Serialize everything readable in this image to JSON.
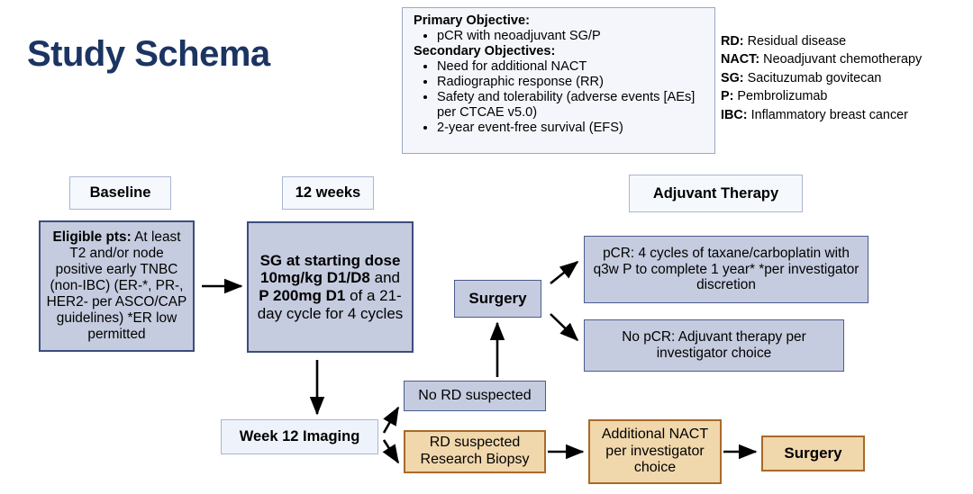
{
  "title": "Study Schema",
  "objectives": {
    "primary_heading": "Primary Objective:",
    "primary_items": [
      "pCR with neoadjuvant SG/P"
    ],
    "secondary_heading": "Secondary Objectives:",
    "secondary_items": [
      "Need for additional NACT",
      "Radiographic response (RR)",
      "Safety and tolerability (adverse events [AEs] per CTCAE v5.0)",
      "2-year event-free survival (EFS)"
    ]
  },
  "legend": [
    {
      "abbr": "RD:",
      "definition": "Residual disease"
    },
    {
      "abbr": "NACT:",
      "definition": "Neoadjuvant chemotherapy"
    },
    {
      "abbr": "SG:",
      "definition": "Sacituzumab govitecan"
    },
    {
      "abbr": "P:",
      "definition": "Pembrolizumab"
    },
    {
      "abbr": "IBC:",
      "definition": "Inflammatory breast cancer"
    }
  ],
  "headers": {
    "baseline": "Baseline",
    "twelve_weeks": "12 weeks",
    "adjuvant_therapy": "Adjuvant Therapy"
  },
  "nodes": {
    "eligible_label": "Eligible pts:",
    "eligible_rest": " At least T2 and/or node positive early TNBC (non-IBC) (ER-*, PR-, HER2- per ASCO/CAP guidelines) *ER low permitted",
    "treatment_p1": "SG at starting dose 10mg/kg D1/D8",
    "treatment_p2": " and ",
    "treatment_p3": "P 200mg D1",
    "treatment_p4": " of a 21-day cycle for 4 cycles",
    "week12_imaging": "Week 12 Imaging",
    "no_rd_suspected": "No RD suspected",
    "rd_suspected_biopsy": "RD suspected Research Biopsy",
    "additional_nact": "Additional NACT per investigator choice",
    "surgery_tan": "Surgery",
    "surgery_blue": "Surgery",
    "pcr_arm": "pCR: 4 cycles of taxane/carboplatin with q3w P to complete 1 year* *per investigator discretion",
    "no_pcr_arm": "No pCR: Adjuvant therapy per investigator choice"
  },
  "colors": {
    "title_navy": "#1c3461",
    "blue_fill": "#c6ccdf",
    "blue_border": "#3c4d7d",
    "light_fill": "#eef3fb",
    "light_border": "#a9b6d0",
    "tan_fill": "#f1d7ac",
    "tan_border": "#a86a28",
    "arrow": "#000000"
  }
}
